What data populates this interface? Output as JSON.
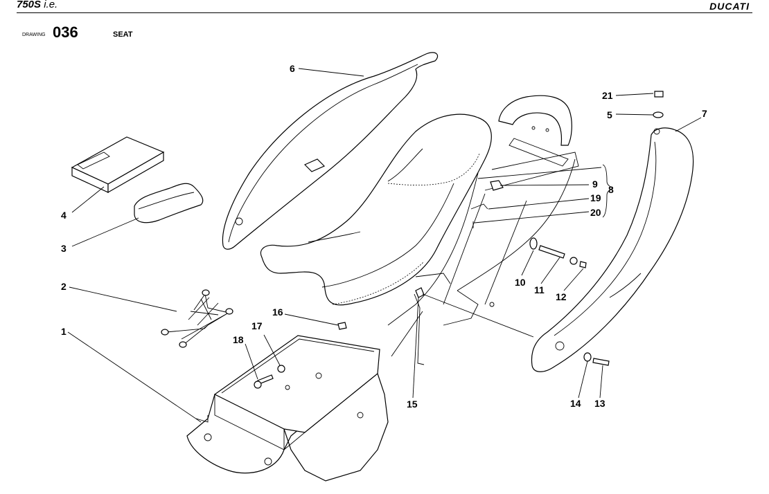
{
  "header": {
    "model_bold": "750S",
    "model_rest": " i.e.",
    "brand": "DUCATI"
  },
  "drawing": {
    "label": "DRAWING",
    "number": "036",
    "title": "SEAT"
  },
  "callouts": [
    "1",
    "2",
    "3",
    "4",
    "5",
    "6",
    "7",
    "8",
    "9",
    "10",
    "11",
    "12",
    "13",
    "14",
    "15",
    "16",
    "17",
    "18",
    "19",
    "20",
    "21"
  ]
}
